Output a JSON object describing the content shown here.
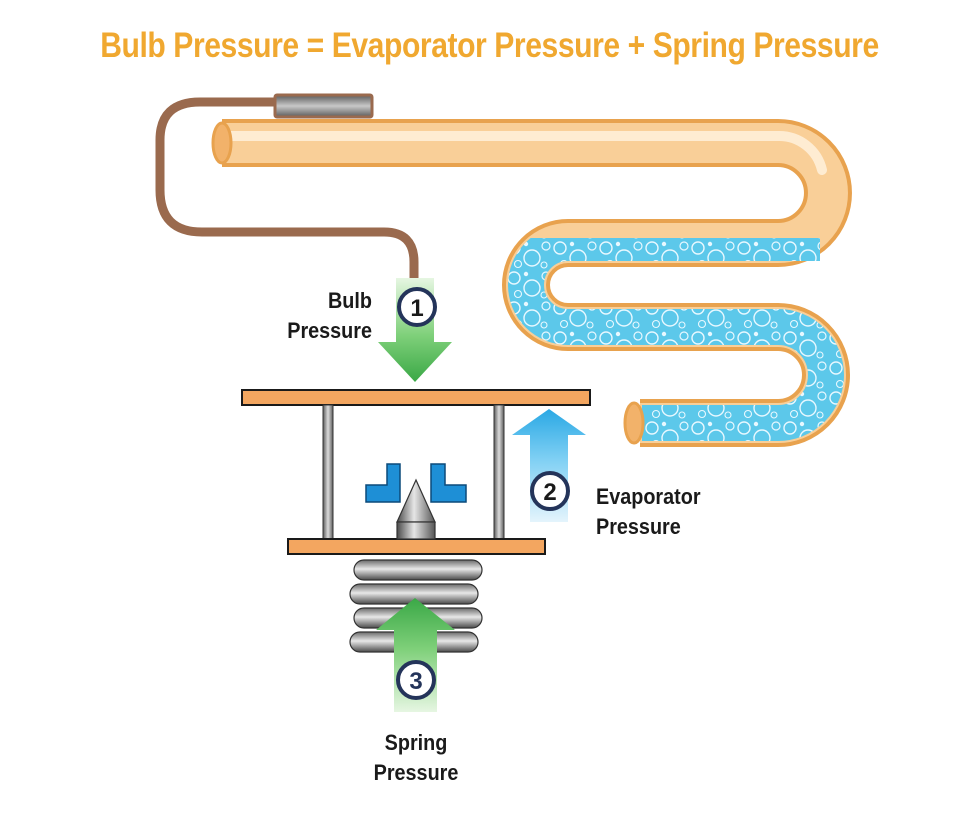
{
  "title": "Bulb Pressure = Evaporator Pressure + Spring Pressure",
  "labels": {
    "bulb": {
      "line1": "Bulb",
      "line2": "Pressure",
      "number": "1"
    },
    "evaporator": {
      "line1": "Evaporator",
      "line2": "Pressure",
      "number": "2"
    },
    "spring": {
      "line1": "Spring",
      "line2": "Pressure",
      "number": "3"
    }
  },
  "colors": {
    "title": "#f0a830",
    "tube_fill": "#f7c88a",
    "tube_edge": "#e8a24e",
    "plate": "#f3a660",
    "capillary": "#9a6a4e",
    "liquid": "#5cc8ea",
    "arrow_green": "#4cb848",
    "arrow_blue": "#3bb2e8",
    "badge_ring": "#24345a",
    "port_blue": "#1e8fd6",
    "metal": "#8c8c8c"
  },
  "icons": {
    "sensing_bulb": "bulb-icon",
    "spring": "coil-spring-icon",
    "needle": "needle-valve-icon"
  }
}
